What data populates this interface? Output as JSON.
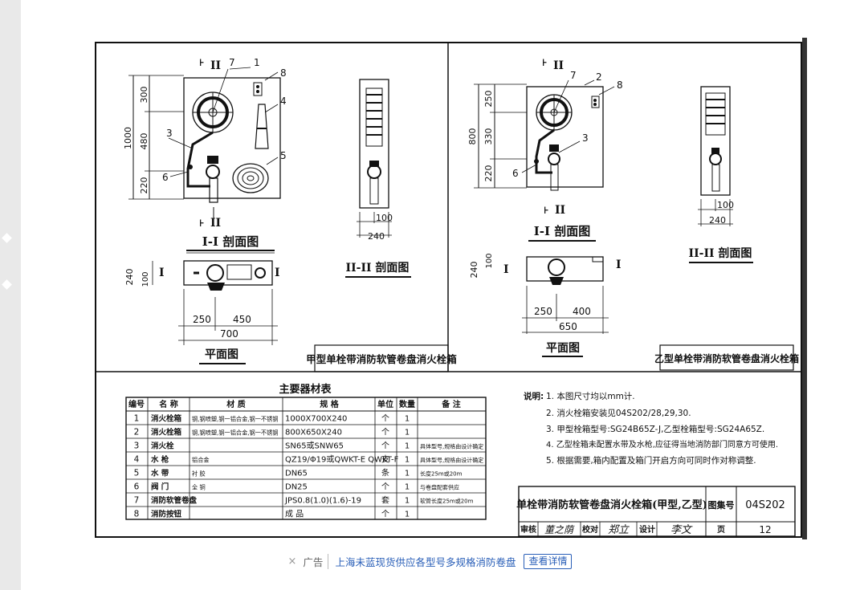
{
  "sheet": {
    "title_left": "I-I 剖面图",
    "title_left_side": "II-II 剖面图",
    "title_left_plan": "平面图",
    "caption_left": "甲型单栓带消防软管卷盘消火栓箱",
    "title_right": "I-I 剖面图",
    "title_right_side": "II-II 剖面图",
    "title_right_plan": "平面图",
    "caption_right": "乙型单栓带消防软管卷盘消火栓箱",
    "section_mark_top_left": "II",
    "section_mark_top_right": "II",
    "section_mark_i": "I",
    "callouts_left": [
      "1",
      "7",
      "8",
      "4",
      "3",
      "6",
      "5"
    ],
    "callouts_right": [
      "2",
      "7",
      "8",
      "3",
      "6"
    ],
    "dims_left": {
      "height_total": "1000",
      "h_top": "300",
      "h_mid": "480",
      "h_bot": "220",
      "side_width": "240",
      "side_small": "100",
      "plan_depth": "240",
      "plan_small": "100",
      "plan_a": "250",
      "plan_b": "450",
      "plan_total": "700"
    },
    "dims_right": {
      "height_total": "800",
      "h_top": "250",
      "h_mid": "330",
      "h_bot": "220",
      "side_small": "100",
      "side_width": "240",
      "plan_depth": "240",
      "plan_small": "100",
      "plan_a": "250",
      "plan_b": "400",
      "plan_total": "650"
    }
  },
  "equipment_table": {
    "title": "主要器材表",
    "headers": [
      "编号",
      "名 称",
      "材 质",
      "规 格",
      "单位",
      "数量",
      "备 注"
    ],
    "rows": [
      [
        "1",
        "消火栓箱",
        "钢,钢喷塑,钢一铝合金,钢一不锈钢",
        "1000X700X240",
        "个",
        "1",
        ""
      ],
      [
        "2",
        "消火栓箱",
        "钢,钢喷塑,钢一铝合金,钢一不锈钢",
        "800X650X240",
        "个",
        "1",
        ""
      ],
      [
        "3",
        "消火栓",
        "",
        "SN65或SNW65",
        "个",
        "1",
        "具体型号,规格由设计确定"
      ],
      [
        "4",
        "水 枪",
        "铝合金",
        "QZ19/Φ19或QWKT-E QWKT-F",
        "支",
        "1",
        "具体型号,规格由设计确定"
      ],
      [
        "5",
        "水 带",
        "衬 胶",
        "DN65",
        "条",
        "1",
        "长度25m或20m"
      ],
      [
        "6",
        "阀 门",
        "全 铜",
        "DN25",
        "个",
        "1",
        "与卷盘配套供应"
      ],
      [
        "7",
        "消防软管卷盘",
        "",
        "JPS0.8(1.0)(1.6)-19",
        "套",
        "1",
        "软管长度25m或20m"
      ],
      [
        "8",
        "消防按钮",
        "",
        "成 品",
        "个",
        "1",
        ""
      ]
    ]
  },
  "notes": {
    "label": "说明:",
    "items": [
      "1. 本图尺寸均以mm计.",
      "2. 消火栓箱安装见04S202/28,29,30.",
      "3. 甲型栓箱型号:SG24B65Z-J,乙型栓箱型号:SG24A65Z.",
      "4. 乙型栓箱未配置水带及水枪,应征得当地消防部门同意方可使用.",
      "5. 根据需要,箱内配置及箱门开启方向可同时作对称调整."
    ]
  },
  "title_block": {
    "name": "单栓带消防软管卷盘消火栓箱(甲型,乙型)",
    "atlas_label": "图集号",
    "atlas_no": "04S202",
    "review_label": "审核",
    "review_sig": "董之荫",
    "check_label": "校对",
    "check_sig": "郑立",
    "design_label": "设计",
    "design_sig": "李文",
    "page_label": "页",
    "page_no": "12"
  },
  "ad": {
    "close": "×",
    "tag": "广告",
    "text": "上海未蓝现货供应各型号多规格消防卷盘",
    "button": "查看详情"
  }
}
